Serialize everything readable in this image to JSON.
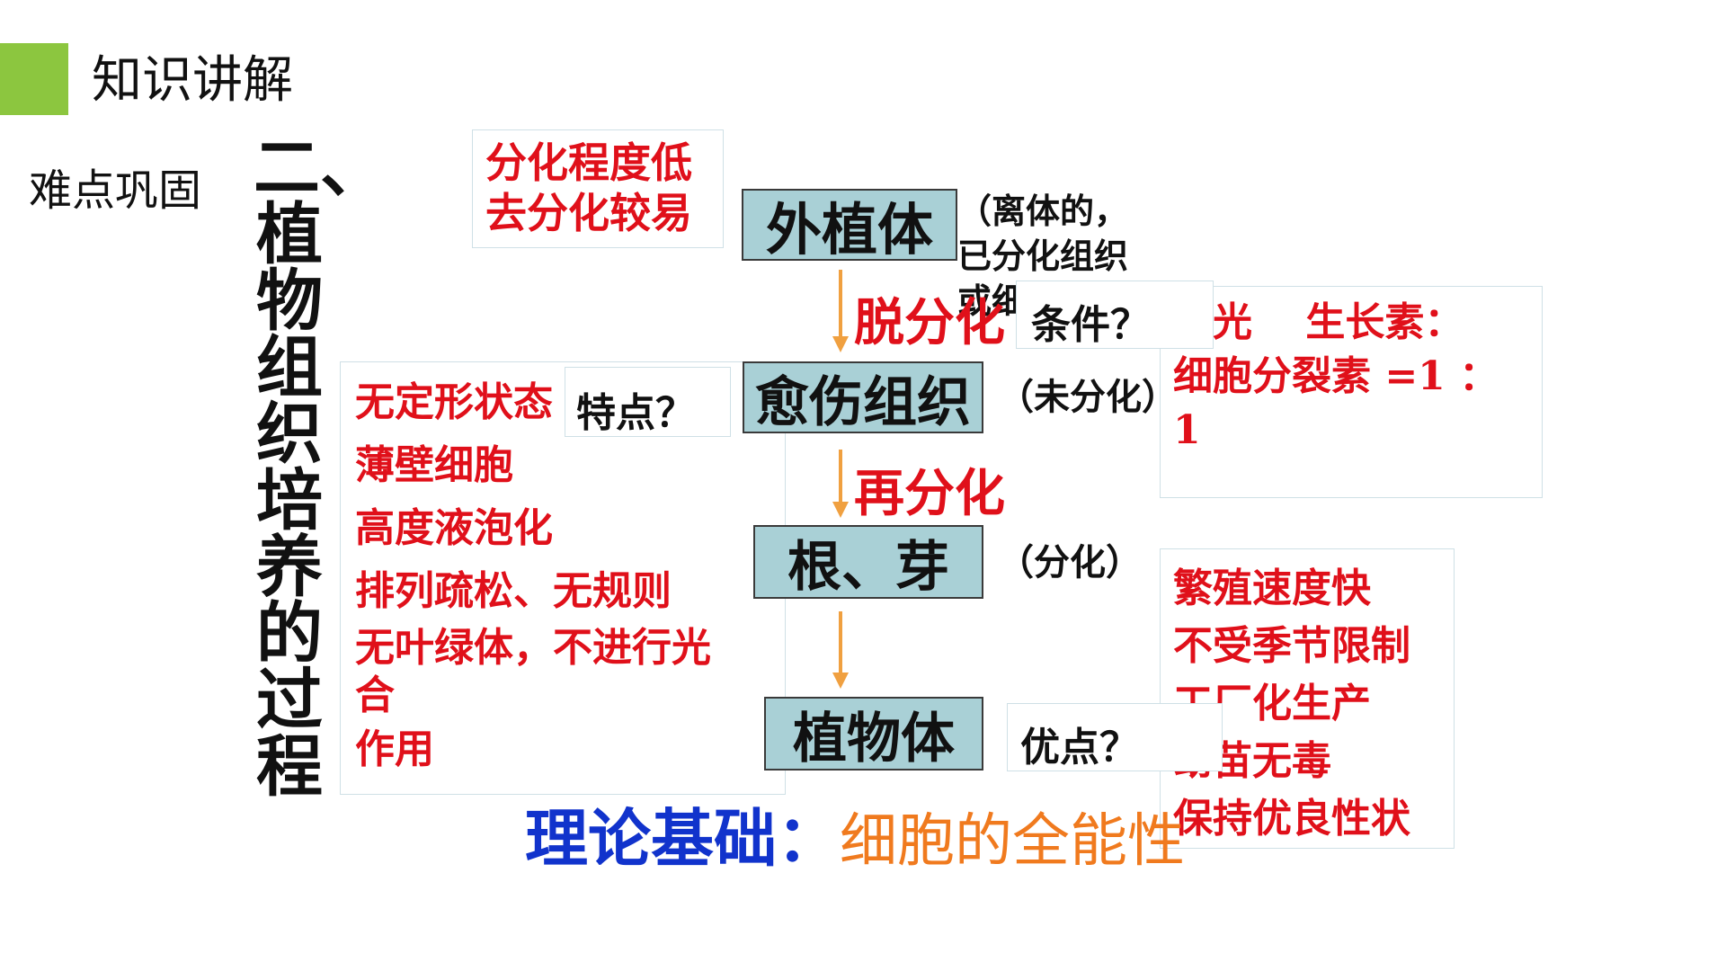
{
  "header": {
    "title": "知识讲解"
  },
  "section": {
    "label": "难点巩固"
  },
  "heading": {
    "vertical": "二、植物组织培养的过程"
  },
  "diagram": {
    "explant": {
      "label": "外植体",
      "note": [
        "（离体的，",
        "已分化组织",
        "或细胞）"
      ]
    },
    "explant_trait": [
      "分化程度低",
      "去分化较易"
    ],
    "dedifferentiation": "脱分化",
    "conditions_question": "条件？",
    "conditions": [
      "无光　 生长素：",
      "细胞分裂素 =1 ：",
      "1"
    ],
    "callus": {
      "label": "愈伤组织",
      "note": "（未分化）"
    },
    "traits_question": "特点？",
    "callus_traits": [
      "无定形状态",
      "薄壁细胞",
      "高度液泡化",
      "排列疏松、无规则",
      "无叶绿体，不进行光",
      "合",
      "作用"
    ],
    "redifferentiation": "再分化",
    "root_bud": {
      "label": "根、芽",
      "note": "（分化）"
    },
    "plant": {
      "label": "植物体"
    },
    "advantages_question": "优点？",
    "advantages": [
      "繁殖速度快",
      "不受季节限制",
      "工厂化生产",
      "幼苗无毒",
      "保持优良性状"
    ],
    "theory": {
      "label": "理论基础：",
      "value": "细胞的全能性"
    }
  },
  "colors": {
    "accent": "#8cc63f",
    "box_fill": "#a9d0d6",
    "emphasis_red": "#e0101a",
    "theory_blue": "#1133cc",
    "theory_orange": "#f07a1e",
    "arrow": "#f0a040"
  }
}
